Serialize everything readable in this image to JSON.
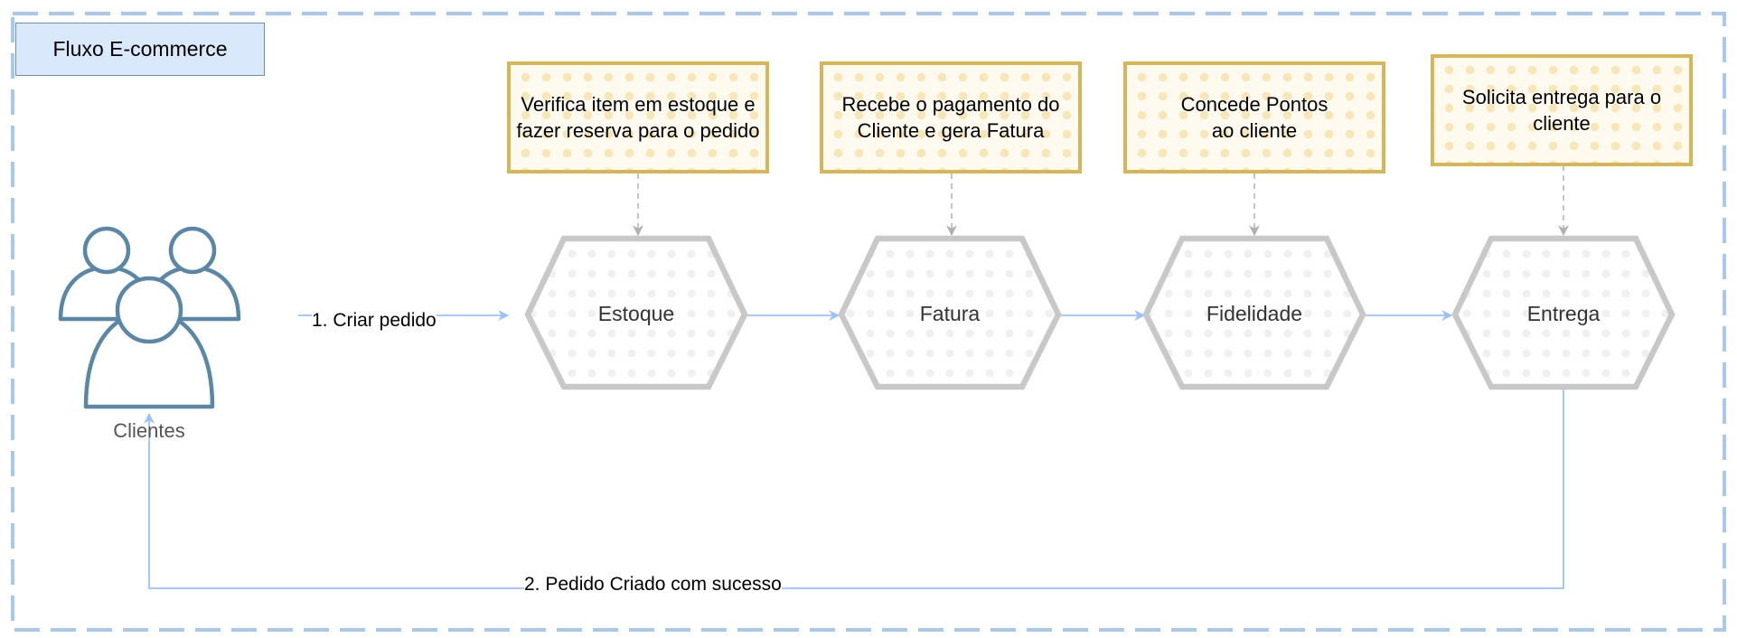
{
  "diagram": {
    "title": "Fluxo E-commerce",
    "actor": {
      "label": "Clientes",
      "icon": "users-icon"
    },
    "services": [
      {
        "label": "Estoque"
      },
      {
        "label": "Fatura"
      },
      {
        "label": "Fidelidade"
      },
      {
        "label": "Entrega"
      }
    ],
    "notes": [
      {
        "line1": "Verifica item em estoque e",
        "line2": "fazer reserva para o pedido"
      },
      {
        "line1": "Recebe o pagamento do",
        "line2": "Cliente e gera Fatura"
      },
      {
        "line1": "Concede Pontos",
        "line2": "ao cliente"
      },
      {
        "line1": "Solicita entrega para o",
        "line2": "cliente"
      }
    ],
    "edges": {
      "request_label": "1. Criar pedido",
      "response_label": "2. Pedido Criado com sucesso"
    },
    "colors": {
      "frame": "#a9c8f0",
      "arrow": "#99c2ff",
      "hexagon_stroke": "#c8c8c8",
      "note_border": "#d6b656",
      "title_fill": "#dae8fc",
      "actor_stroke": "#5a87a6"
    }
  }
}
